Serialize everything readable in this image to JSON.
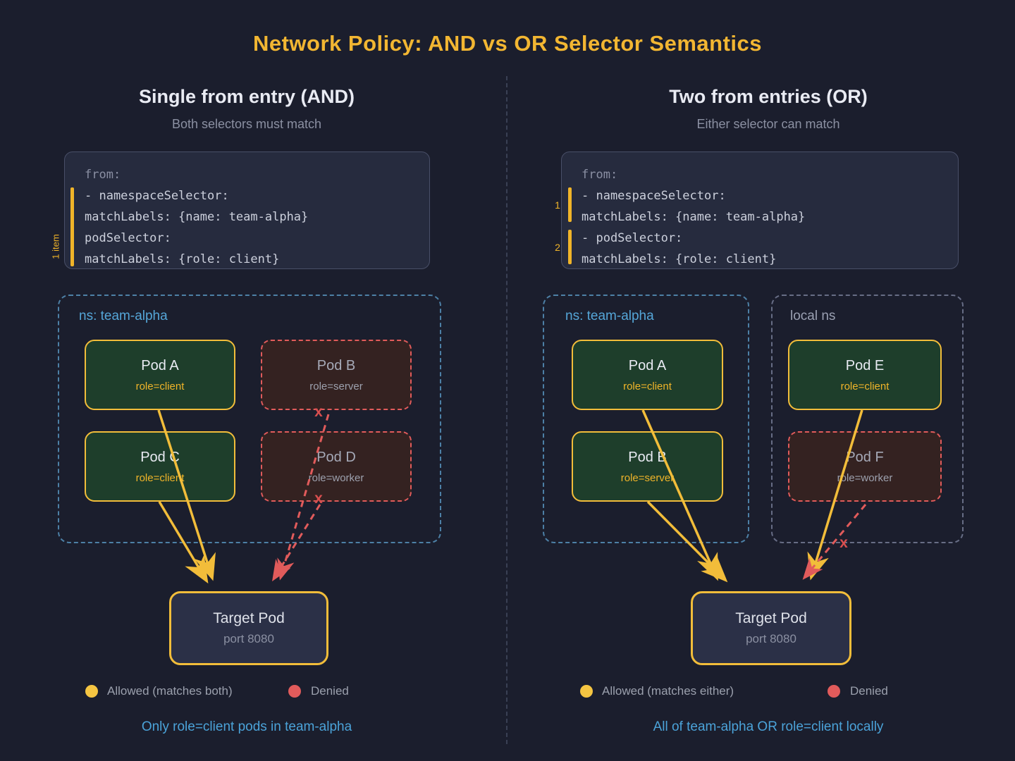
{
  "title": "Network Policy: AND vs OR Selector Semantics",
  "deny_mark": "x",
  "colors": {
    "background": "#1b1e2d",
    "accent_yellow": "#f0b429",
    "denied_red": "#e15b5b",
    "ns_blue": "#55a6d8",
    "caption_blue": "#4ba3d9",
    "allowed_pod_green": "#1e3e2b",
    "denied_pod_maroon": "#342221"
  },
  "left": {
    "heading": "Single from entry (AND)",
    "subheading": "Both selectors must match",
    "code": {
      "lines": [
        "from:",
        "- namespaceSelector:",
        "matchLabels: {name: team-alpha}",
        "podSelector:",
        "matchLabels: {role: client}"
      ],
      "bracket_label": "1 item"
    },
    "namespace": {
      "label": "ns: team-alpha"
    },
    "pods": [
      {
        "name": "Pod A",
        "role": "role=client",
        "status": "allowed"
      },
      {
        "name": "Pod B",
        "role": "role=server",
        "status": "denied"
      },
      {
        "name": "Pod C",
        "role": "role=client",
        "status": "allowed"
      },
      {
        "name": "Pod D",
        "role": "role=worker",
        "status": "denied"
      }
    ],
    "target": {
      "name": "Target Pod",
      "port": "port 8080"
    },
    "legend": [
      {
        "label": "Allowed (matches both)"
      },
      {
        "label": "Denied"
      }
    ],
    "caption": "Only role=client pods in team-alpha"
  },
  "right": {
    "heading": "Two from entries (OR)",
    "subheading": "Either selector can match",
    "code": {
      "lines": [
        "from:",
        "- namespaceSelector:",
        "matchLabels: {name: team-alpha}",
        "- podSelector:",
        "matchLabels: {role: client}"
      ],
      "entry_markers": [
        "1",
        "2"
      ]
    },
    "namespaces": [
      {
        "label": "ns: team-alpha"
      },
      {
        "label": "local ns"
      }
    ],
    "pods": [
      {
        "name": "Pod A",
        "role": "role=client",
        "status": "allowed"
      },
      {
        "name": "Pod B",
        "role": "role=server",
        "status": "allowed"
      },
      {
        "name": "Pod E",
        "role": "role=client",
        "status": "allowed"
      },
      {
        "name": "Pod F",
        "role": "role=worker",
        "status": "denied"
      }
    ],
    "target": {
      "name": "Target Pod",
      "port": "port 8080"
    },
    "legend": [
      {
        "label": "Allowed (matches either)"
      },
      {
        "label": "Denied"
      }
    ],
    "caption": "All of team-alpha OR role=client locally"
  }
}
